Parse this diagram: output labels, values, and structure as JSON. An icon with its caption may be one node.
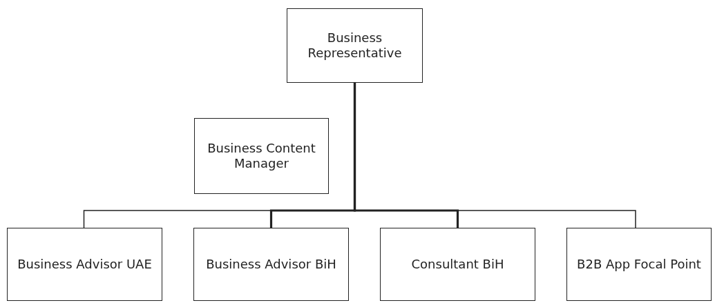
{
  "diagram": {
    "nodes": [
      {
        "text": [
          "Business Representative"
        ]
      },
      {
        "text": [
          "Business Content Manager"
        ]
      },
      {
        "text": [
          "Business Advisor UAE"
        ]
      },
      {
        "text": [
          "Business Advisor BiH"
        ]
      },
      {
        "text": [
          "Consultant BiH"
        ]
      },
      {
        "text": [
          "B2B App Focal Point"
        ]
      }
    ],
    "edges": [
      {
        "from": 0,
        "to": 2,
        "arrow": "none"
      },
      {
        "from": 0,
        "to": 3,
        "arrow": "none",
        "style": "thick"
      },
      {
        "from": 0,
        "to": 4,
        "arrow": "none",
        "style": "thick"
      },
      {
        "from": 0,
        "to": 5,
        "arrow": "none"
      }
    ]
  }
}
